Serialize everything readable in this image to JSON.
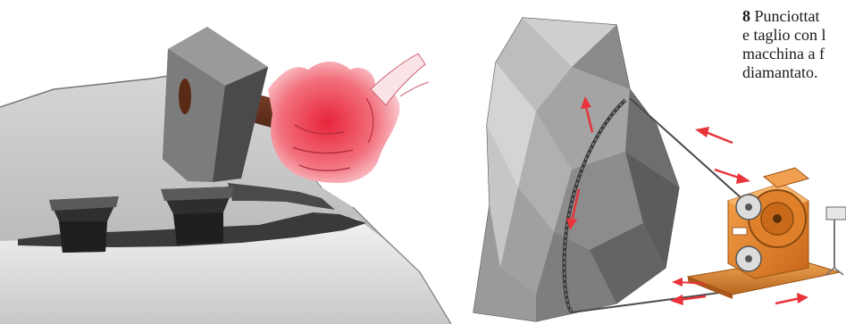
{
  "caption": {
    "number": "8",
    "line1_rest": "Punciottat",
    "line2": "e taglio con l",
    "line3": "macchina a f",
    "line4": "diamantato."
  },
  "illustrations": {
    "left": {
      "icons": [
        "sledgehammer-icon",
        "hand-icon",
        "stone-wedge-icon",
        "stone-wedge-icon"
      ]
    },
    "right": {
      "icons": [
        "marble-block-icon",
        "diamond-wire-icon",
        "wire-saw-machine-icon",
        "control-panel-icon",
        "red-arrow-icon"
      ]
    }
  },
  "colors": {
    "arrow": "#e8343a",
    "hand": "#f0606a",
    "machine": "#e88a2a",
    "stone": "#b9b9b9"
  }
}
